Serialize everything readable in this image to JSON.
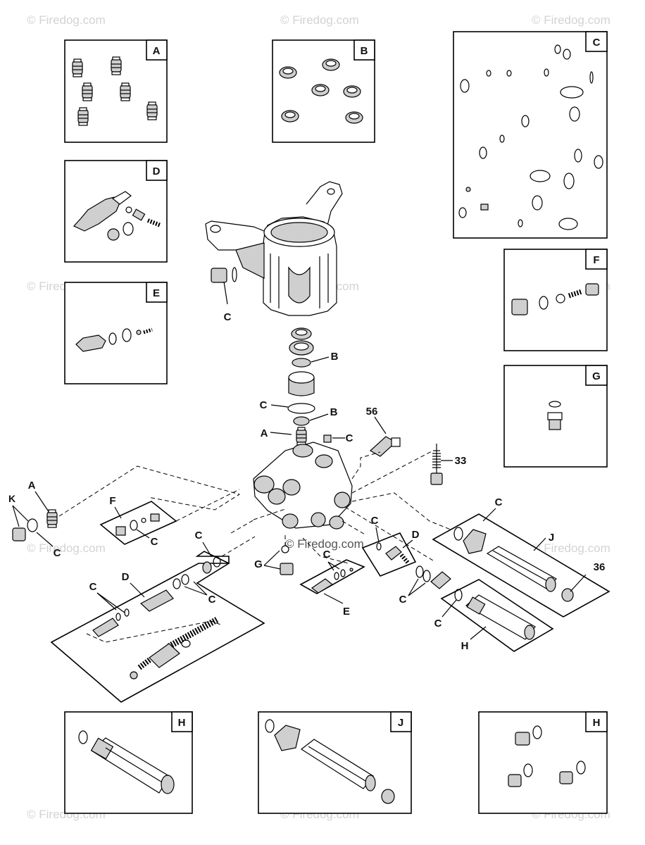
{
  "watermark": "© Firedog.com",
  "center_watermark": "© Firedog.com",
  "kit_boxes": [
    {
      "key": "A",
      "label": "A"
    },
    {
      "key": "B",
      "label": "B"
    },
    {
      "key": "C",
      "label": "C"
    },
    {
      "key": "D",
      "label": "D"
    },
    {
      "key": "E",
      "label": "E"
    },
    {
      "key": "F",
      "label": "F"
    },
    {
      "key": "G",
      "label": "G"
    },
    {
      "key": "H1",
      "label": "H"
    },
    {
      "key": "J",
      "label": "J"
    },
    {
      "key": "H2",
      "label": "H"
    }
  ],
  "callouts": {
    "c_head_plug": "C",
    "b_seal1": "B",
    "c_oring": "C",
    "b_seal2": "B",
    "a_valve": "A",
    "c_small": "C",
    "n56": "56",
    "n33": "33",
    "k": "K",
    "a_left": "A",
    "c_left": "C",
    "f_group": "F",
    "c_f": "C",
    "c_unloader": "C",
    "d_unloader": "D",
    "c_unloader2": "C",
    "c_unloader3": "C",
    "g_group": "G",
    "c_e": "C",
    "e_group": "E",
    "c_d": "C",
    "d_group": "D",
    "c_j": "C",
    "j_group": "J",
    "n36": "36",
    "c_pair": "C",
    "c_h": "C",
    "h_group": "H"
  }
}
